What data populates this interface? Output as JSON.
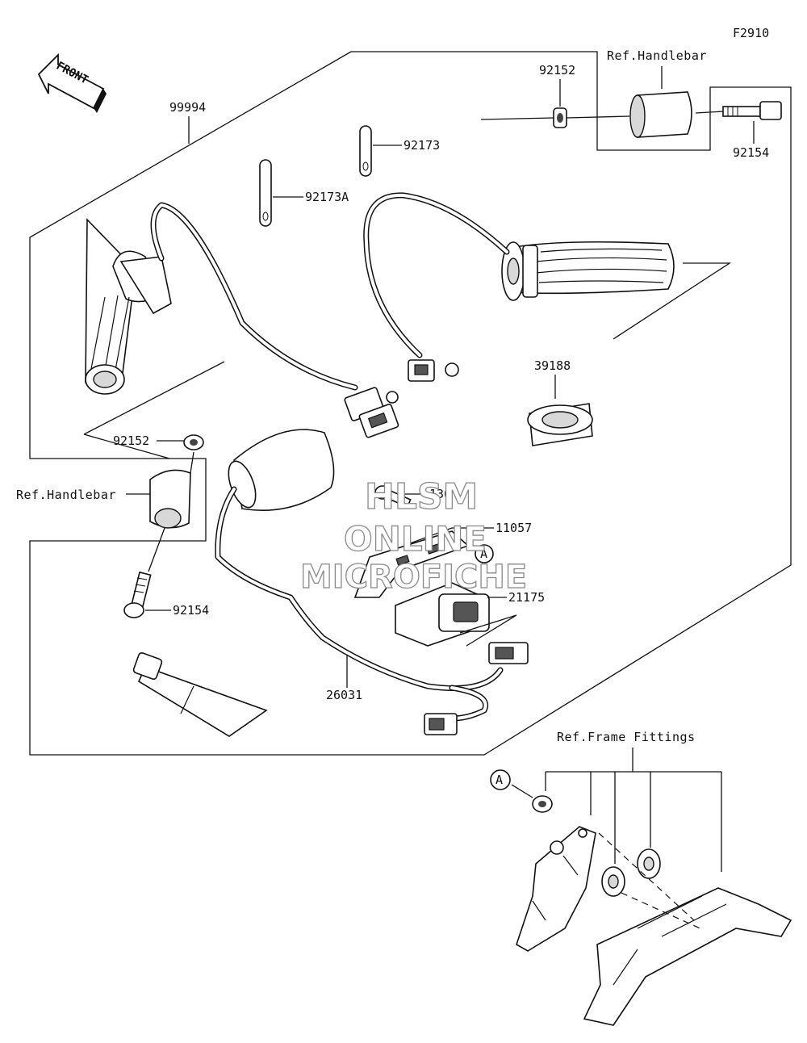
{
  "figure_code": "F2910",
  "front_label": "FRONT",
  "callout_a": "A",
  "labels": {
    "kit": "99994",
    "cap_r": "92152",
    "ref_handlebar_r": "Ref.Handlebar",
    "bolt_r": "92154",
    "band": "92173",
    "band_a": "92173A",
    "cap_l": "92152",
    "ref_handlebar_l": "Ref.Handlebar",
    "bolt_l": "92154",
    "seal": "39188",
    "screw": "130",
    "bracket": "11057",
    "controller": "21175",
    "harness": "26031",
    "ref_frame": "Ref.Frame Fittings"
  },
  "watermark": {
    "line1": "HLSM",
    "line2": "ONLINE",
    "line3": "MICROFICHE"
  }
}
